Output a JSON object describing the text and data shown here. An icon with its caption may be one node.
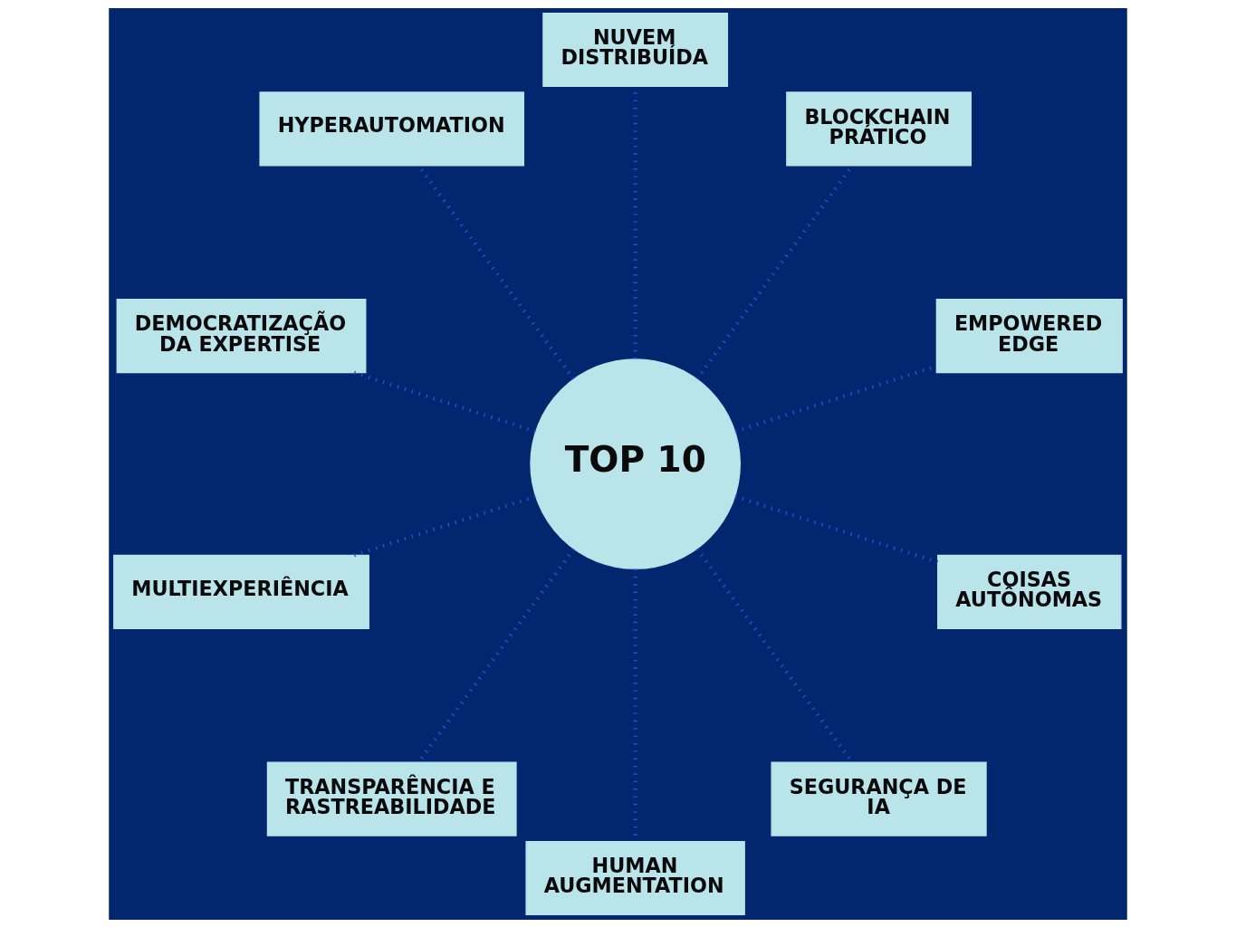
{
  "diagram": {
    "nodes": [
      {
        "text": [
          "HYPERAUTOMATION"
        ]
      },
      {
        "text": [
          "NUVEM DISTRIBUÍDA"
        ]
      },
      {
        "text": [
          "DEMOCRATIZAÇÃO DA EXPERTISE"
        ]
      },
      {
        "text": [
          "BLOCKCHAIN PRÁTICO"
        ]
      },
      {
        "text": [
          "MULTIEXPERIÊNCIA"
        ]
      },
      {
        "text": [
          "TOP 10"
        ]
      },
      {
        "text": [
          "EMPOWERED EDGE"
        ]
      },
      {
        "text": [
          "TRANSPARÊNCIA E RASTREABILIDADE"
        ]
      },
      {
        "text": [
          "COISAS AUTÔNOMAS"
        ]
      },
      {
        "text": [
          "HUMAN AUGMENTATION"
        ]
      },
      {
        "text": [
          "SEGURANÇA DE IA"
        ]
      }
    ],
    "edges": [
      {
        "from": 5,
        "to": 0,
        "arrow": "none",
        "style": "dashed"
      },
      {
        "from": 5,
        "to": 1,
        "arrow": "none",
        "style": "dashed"
      },
      {
        "from": 5,
        "to": 3,
        "arrow": "none",
        "style": "dashed"
      },
      {
        "from": 5,
        "to": 6,
        "arrow": "none",
        "style": "dashed"
      },
      {
        "from": 5,
        "to": 8,
        "arrow": "none",
        "style": "dashed"
      },
      {
        "from": 5,
        "to": 10,
        "arrow": "none",
        "style": "dashed"
      },
      {
        "from": 5,
        "to": 9,
        "arrow": "none",
        "style": "dashed"
      },
      {
        "from": 5,
        "to": 7,
        "arrow": "none",
        "style": "dashed"
      },
      {
        "from": 5,
        "to": 4,
        "arrow": "none",
        "style": "dashed"
      },
      {
        "from": 5,
        "to": 2,
        "arrow": "none",
        "style": "dashed"
      }
    ]
  }
}
